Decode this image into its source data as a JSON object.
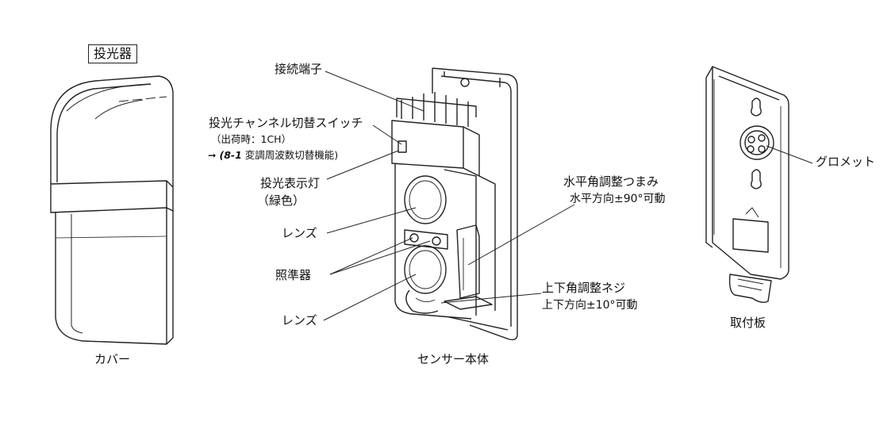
{
  "title_box": "投光器",
  "cover": {
    "caption": "カバー"
  },
  "sensor": {
    "caption": "センサー本体",
    "labels": {
      "terminal": "接続端子",
      "channel_switch": "投光チャンネル切替スイッチ",
      "factory_setting": "（出荷時：1CH）",
      "ref_arrow": "➞",
      "ref_number": "(8-1",
      "ref_text": "変調周波数切替機能)",
      "indicator": "投光表示灯",
      "indicator_color": "（緑色）",
      "lens_top": "レンズ",
      "sight": "照準器",
      "lens_bottom": "レンズ",
      "h_angle_knob": "水平角調整つまみ",
      "h_angle_range": "水平方向±90°可動",
      "v_angle_screw": "上下角調整ネジ",
      "v_angle_range": "上下方向±10°可動"
    }
  },
  "plate": {
    "caption": "取付板",
    "grommet": "グロメット"
  }
}
